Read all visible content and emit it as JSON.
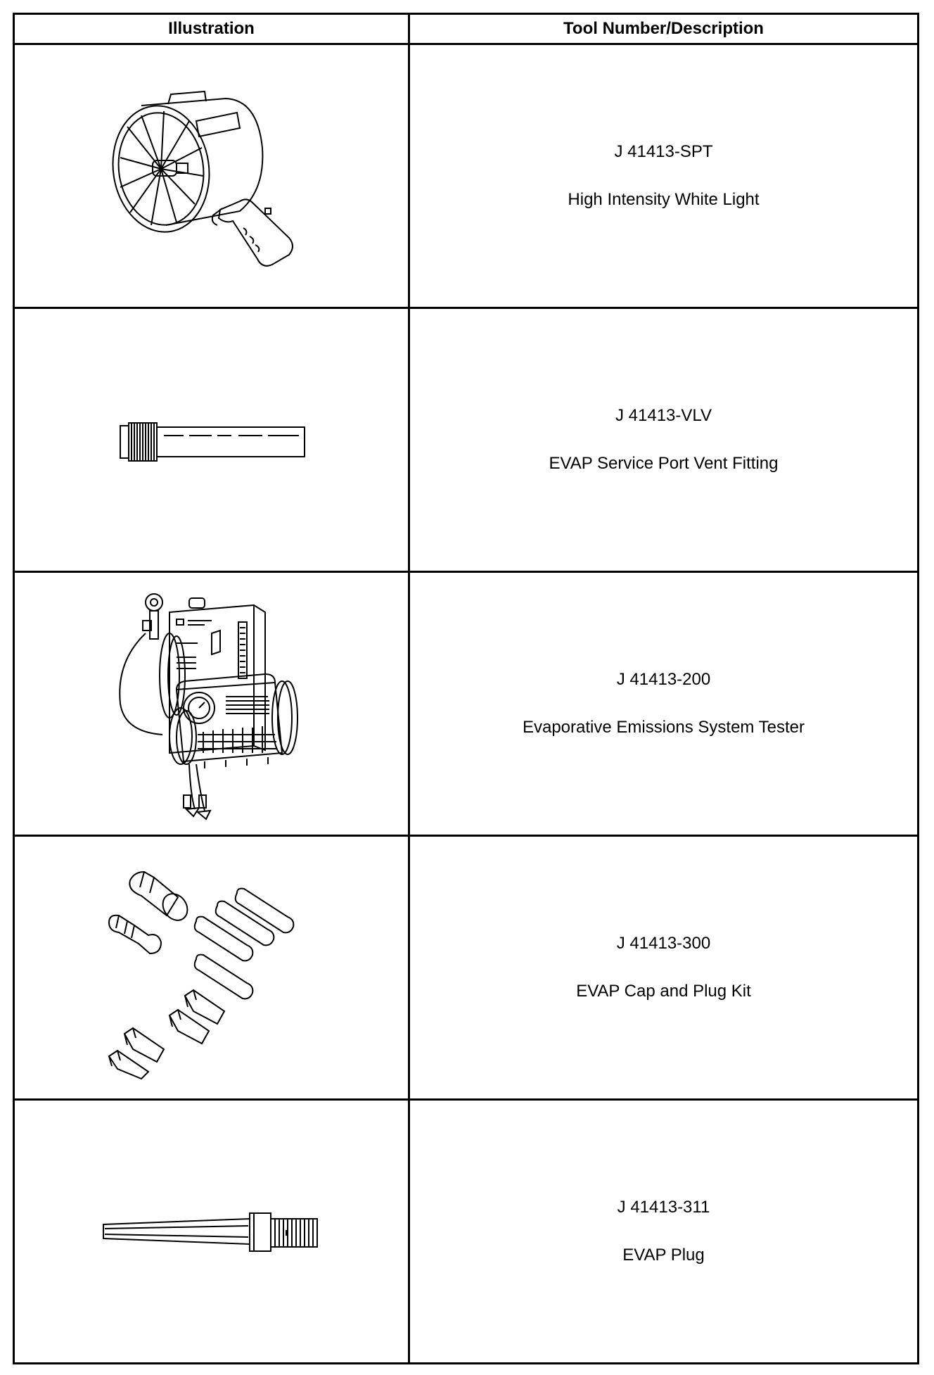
{
  "header": {
    "illustration": "Illustration",
    "tool": "Tool Number/Description"
  },
  "rows": [
    {
      "number": "J 41413-SPT",
      "description": "High Intensity White Light",
      "icon": "spotlight-icon"
    },
    {
      "number": "J 41413-VLV",
      "description": "EVAP Service Port Vent Fitting",
      "icon": "vent-fitting-icon"
    },
    {
      "number": "J 41413-200",
      "description": "Evaporative Emissions System Tester",
      "icon": "emissions-tester-icon"
    },
    {
      "number": "J 41413-300",
      "description": "EVAP Cap and Plug Kit",
      "icon": "cap-plug-kit-icon"
    },
    {
      "number": "J 41413-311",
      "description": "EVAP Plug",
      "icon": "evap-plug-icon"
    }
  ]
}
